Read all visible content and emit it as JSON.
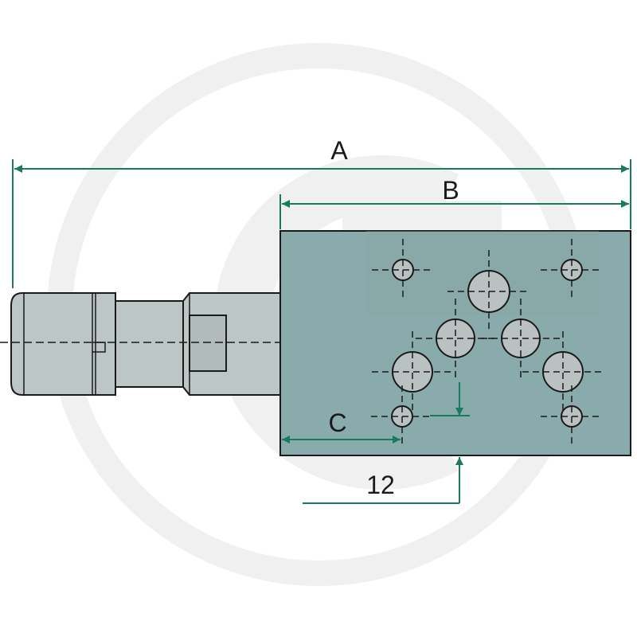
{
  "dimensions": {
    "A": "A",
    "B": "B",
    "C": "C",
    "offset": "12"
  },
  "colors": {
    "dimension_line": "#1a7a5e",
    "block_fill": "#8aabab",
    "block_dark": "#6f9494",
    "body_fill": "#bcc6c5",
    "body_dark": "#a4b0af",
    "hole_fill": "#b9c2c1",
    "outline": "#1a1a1a",
    "watermark": "#f2f2f2"
  },
  "icons": {
    "watermark": "brand-watermark-icon"
  }
}
